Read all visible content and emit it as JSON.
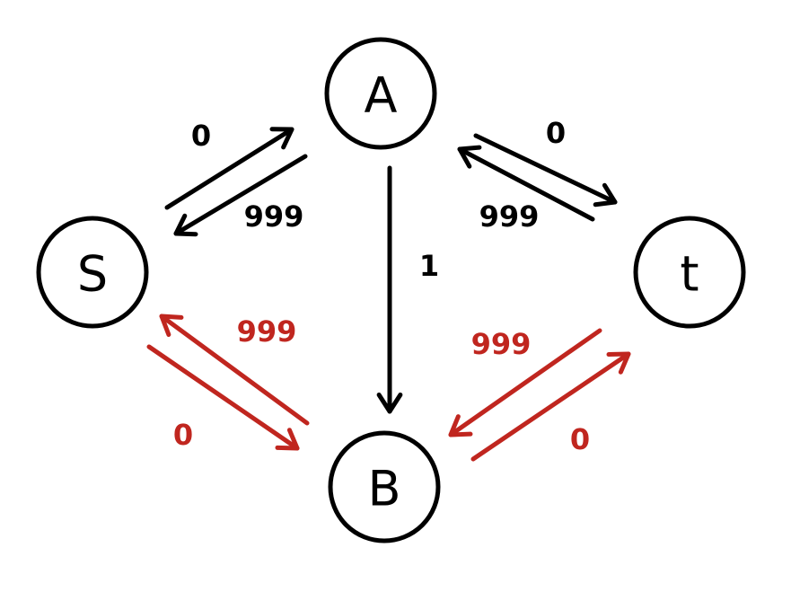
{
  "colors": {
    "default": "#000000",
    "highlight": "#c0261f"
  },
  "nodes": [
    {
      "id": "A",
      "label": "A"
    },
    {
      "id": "S",
      "label": "S"
    },
    {
      "id": "T",
      "label": "t"
    },
    {
      "id": "B",
      "label": "B"
    }
  ],
  "edges": [
    {
      "id": "s-a",
      "from": "S",
      "to": "A",
      "label": "0",
      "highlighted": false
    },
    {
      "id": "a-s",
      "from": "A",
      "to": "S",
      "label": "999",
      "highlighted": false
    },
    {
      "id": "t-a",
      "from": "t",
      "to": "A",
      "label": "999",
      "highlighted": false
    },
    {
      "id": "a-t",
      "from": "A",
      "to": "t",
      "label": "0",
      "highlighted": false
    },
    {
      "id": "a-b",
      "from": "A",
      "to": "B",
      "label": "1",
      "highlighted": false
    },
    {
      "id": "b-s",
      "from": "B",
      "to": "S",
      "label": "999",
      "highlighted": true
    },
    {
      "id": "s-b",
      "from": "S",
      "to": "B",
      "label": "0",
      "highlighted": true
    },
    {
      "id": "t-b",
      "from": "t",
      "to": "B",
      "label": "999",
      "highlighted": true
    },
    {
      "id": "b-t",
      "from": "B",
      "to": "t",
      "label": "0",
      "highlighted": true
    }
  ]
}
